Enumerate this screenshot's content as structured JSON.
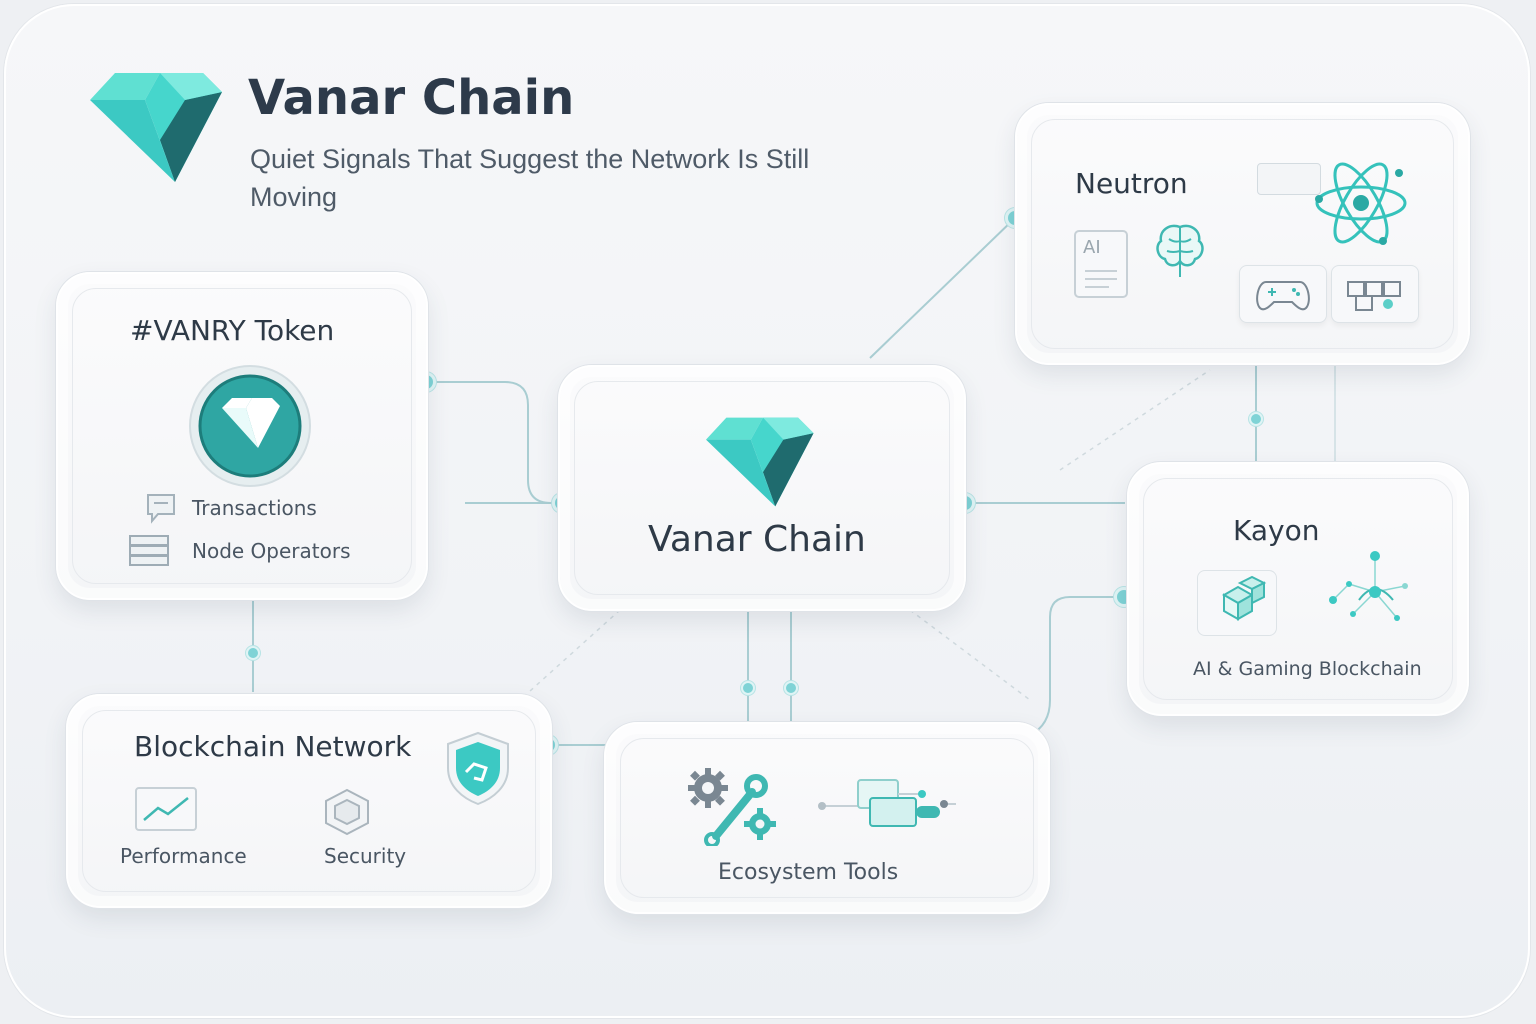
{
  "header": {
    "brand": "Vanar Chain",
    "subtitle": "Quiet Signals That Suggest the Network Is Still Moving"
  },
  "center_node": {
    "title": "Vanar Chain"
  },
  "token_card": {
    "title": "#VANRY Token",
    "items": [
      "Transactions",
      "Node Operators"
    ]
  },
  "neutron_card": {
    "title": "Neutron",
    "doc_label": "AI"
  },
  "kayon_card": {
    "title": "Kayon",
    "caption": "AI & Gaming Blockchain"
  },
  "network_card": {
    "title": "Blockchain Network",
    "items": [
      "Performance",
      "Security"
    ]
  },
  "tools_card": {
    "title": "Ecosystem Tools"
  },
  "colors": {
    "accent": "#3cc9c3",
    "accent_dark": "#1f7f7c",
    "text": "#2f3b48"
  },
  "icons": [
    "vanar-logo-icon",
    "chat-icon",
    "server-icon",
    "brain-icon",
    "atom-icon",
    "gamepad-icon",
    "document-icon",
    "cubes-icon",
    "network-graph-icon",
    "line-chart-icon",
    "hexagon-icon",
    "shield-icon",
    "gears-wrench-icon",
    "flow-diagram-icon"
  ]
}
